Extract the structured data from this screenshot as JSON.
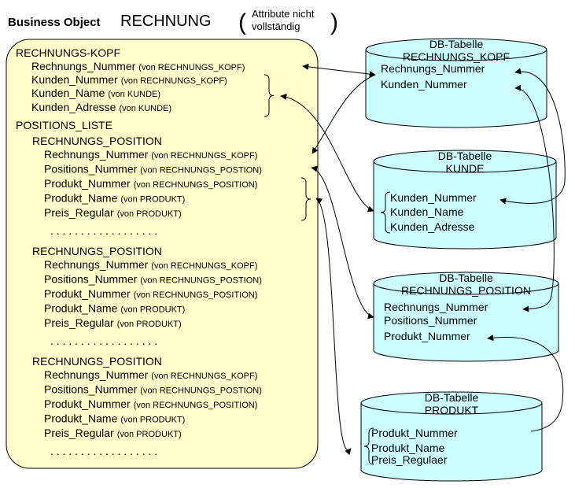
{
  "title": {
    "bold": "Business Object",
    "name": "RECHNUNG",
    "note_line1": "Attribute nicht",
    "note_line2": "vollständig",
    "open_paren": "(",
    "close_paren": ")"
  },
  "business_object": {
    "header": "RECHNUNGS-KOPF",
    "header_attrs": [
      {
        "name": "Rechnungs_Nummer",
        "src": "(von RECHNUNGS_KOPF)"
      },
      {
        "name": "Kunden_Nummer",
        "src": "(von RECHNUNGS_KOPF)"
      },
      {
        "name": "Kunden_Name",
        "src": "(von KUNDE)"
      },
      {
        "name": "Kunden_Adresse",
        "src": "(von KUNDE)"
      }
    ],
    "list_label": "POSITIONS_LISTE",
    "positions": [
      {
        "label": "RECHNUNGS_POSITION",
        "attrs": [
          {
            "name": "Rechnungs_Nummer",
            "src": "(von RECHNUNGS_KOPF)"
          },
          {
            "name": "Positions_Nummer",
            "src": "(von RECHNUNGS_POSTION)"
          },
          {
            "name": "Produkt_Nummer",
            "src": "(von RECHNUNGS_POSITION)"
          },
          {
            "name": "Produkt_Name",
            "src": "(von PRODUKT)"
          },
          {
            "name": "Preis_Regular",
            "src": "(von PRODUKT)"
          }
        ],
        "dots": ". . . . . . . . . . . . . . . . . ."
      },
      {
        "label": "RECHNUNGS_POSITION",
        "attrs": [
          {
            "name": "Rechnungs_Nummer",
            "src": "(von RECHNUNGS_KOPF)"
          },
          {
            "name": "Positions_Nummer",
            "src": "(von RECHNUNGS_POSTION)"
          },
          {
            "name": "Produkt_Nummer",
            "src": "(von RECHNUNGS_POSITION)"
          },
          {
            "name": "Produkt_Name",
            "src": "(von PRODUKT)"
          },
          {
            "name": "Preis_Regular",
            "src": "(von PRODUKT)"
          }
        ],
        "dots": ". . . . . . . . . . . . . . . . . ."
      },
      {
        "label": "RECHNUNGS_POSITION",
        "attrs": [
          {
            "name": "Rechnungs_Nummer",
            "src": "(von RECHNUNGS_KOPF)"
          },
          {
            "name": "Positions_Nummer",
            "src": "(von RECHNUNGS_POSTION)"
          },
          {
            "name": "Produkt_Nummer",
            "src": "(von RECHNUNGS_POSITION)"
          },
          {
            "name": "Produkt_Name",
            "src": "(von PRODUKT)"
          },
          {
            "name": "Preis_Regular",
            "src": "(von PRODUKT)"
          }
        ],
        "dots": ". . . . . . . . . . . . . . . . . ."
      }
    ]
  },
  "tables": [
    {
      "title1": "DB-Tabelle",
      "title2": "RECHNUNGS_KOPF",
      "fields": [
        "Rechnungs_Nummer",
        "Kunden_Nummer"
      ]
    },
    {
      "title1": "DB-Tabelle",
      "title2": "KUNDE",
      "fields": [
        "Kunden_Nummer",
        "Kunden_Name",
        "Kunden_Adresse"
      ]
    },
    {
      "title1": "DB-Tabelle",
      "title2": "RECHNUNGS_POSITION",
      "fields": [
        "Rechnungs_Nummer",
        "Positions_Nummer",
        "Produkt_Nummer"
      ]
    },
    {
      "title1": "DB-Tabelle",
      "title2": "PRODUKT",
      "fields": [
        "Produkt_Nummer",
        "Produkt_Name",
        "Preis_Regulaer"
      ]
    }
  ],
  "colors": {
    "object_fill": "#ffffcc",
    "table_fill": "#ccffff",
    "line": "#000000"
  }
}
